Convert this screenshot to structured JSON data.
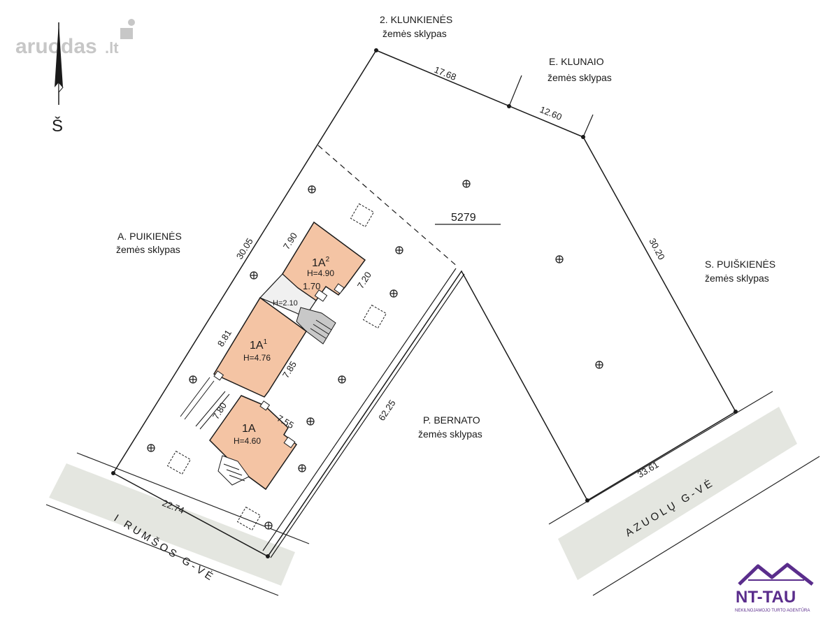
{
  "watermark": {
    "text": "aruodas",
    "suffix": ".lt"
  },
  "north": {
    "label": "Š"
  },
  "neighbours": {
    "top_left": {
      "name": "2. KLUNKIENĖS",
      "sub": "žemės sklypas"
    },
    "top_right": {
      "name": "E. KLUNAIO",
      "sub": "žemės sklypas"
    },
    "left": {
      "name": "A. PUIKIENĖS",
      "sub": "žemės sklypas"
    },
    "right": {
      "name": "S. PUIŠKIENĖS",
      "sub": "žemės sklypas"
    },
    "bottom": {
      "name": "P. BERNATO",
      "sub": "žemės sklypas"
    }
  },
  "plot_number": "5279",
  "dimensions": {
    "top_a": "17.68",
    "top_b": "12.60",
    "left": "30.05",
    "right": "30.20",
    "inner": "62.25",
    "bottom_left": "22.74",
    "bottom_right": "33.61",
    "b1_side": "7.90",
    "b1_right": "7.20",
    "b1_inner": "1.70",
    "b2_side": "8.81",
    "b2_right": "7.85",
    "b3_side": "7.80",
    "b3_top": "7.55"
  },
  "buildings": [
    {
      "id": "1A",
      "sup": "2",
      "height": "H=4.90"
    },
    {
      "id": "1A",
      "sup": "1",
      "height": "H=4.76"
    },
    {
      "id": "1A",
      "sup": "",
      "height": "H=4.60"
    }
  ],
  "annex_height": "H=2.10",
  "streets": {
    "left": "I RUMŠOS G-VĖ",
    "right": "AZUOLŲ G-VĖ"
  },
  "logo": {
    "name": "NT-TAU",
    "tagline": "NEKILNOJAMOJO TURTO AGENTŪRA",
    "color": "#5a2d8c"
  },
  "colors": {
    "building_fill": "#f4c4a4",
    "street_fill": "#e4e6e0",
    "line": "#1a1a1a"
  }
}
